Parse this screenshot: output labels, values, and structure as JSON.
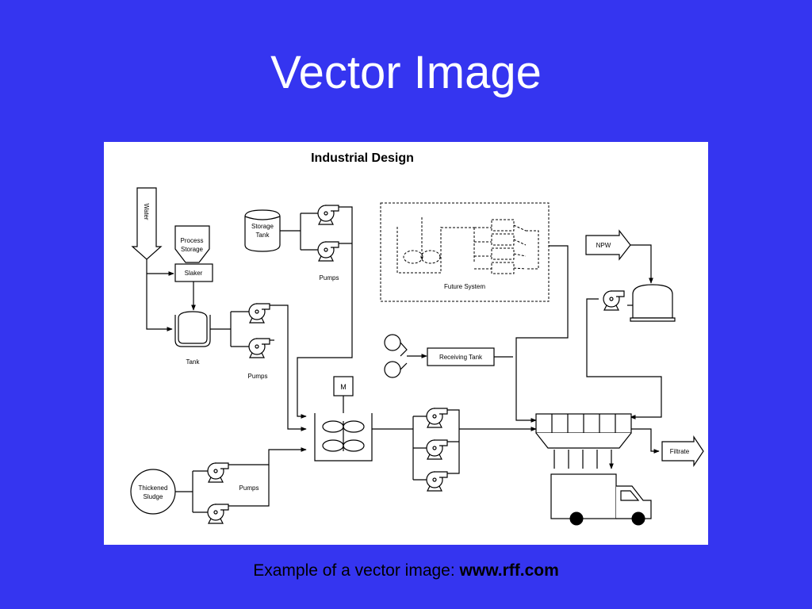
{
  "slide": {
    "title": "Vector Image",
    "caption_text": "Example of a vector image: ",
    "caption_link": "www.rff.com"
  },
  "diagram": {
    "title": "Industrial Design",
    "labels": {
      "water": "Water",
      "process_storage_1": "Process",
      "process_storage_2": "Storage",
      "slaker": "Slaker",
      "tank": "Tank",
      "storage_tank_1": "Storage",
      "storage_tank_2": "Tank",
      "pumps_top": "Pumps",
      "pumps_middle": "Pumps",
      "pumps_bottom": "Pumps",
      "future_system": "Future System",
      "receiving_tank": "Receiving Tank",
      "npw": "NPW",
      "motor": "M",
      "thickened_1": "Thickened",
      "thickened_2": "Sludge",
      "filtrate": "Filtrate"
    }
  },
  "colors": {
    "background": "#3535f0",
    "panel": "#ffffff",
    "title_text": "#ffffff",
    "caption_text": "#000000"
  }
}
